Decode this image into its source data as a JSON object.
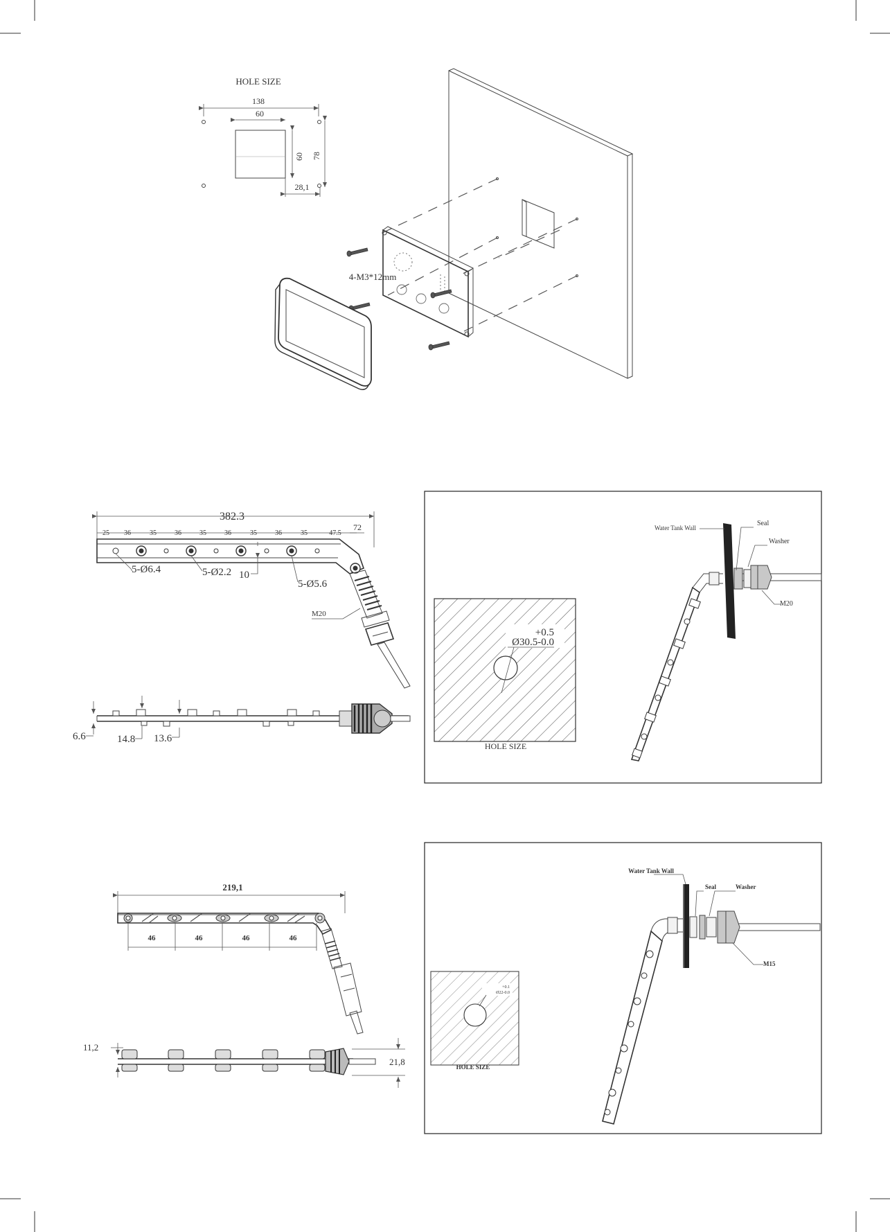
{
  "panel_install": {
    "hole_size_title": "HOLE SIZE",
    "dim_width": "138",
    "dim_cutout_width": "60",
    "dim_cutout_height": "60",
    "dim_height": "78",
    "dim_offset": "28,1",
    "screws_label": "4-M3*12mm"
  },
  "bar_large": {
    "overall_length": "382.3",
    "spacings": [
      "25",
      "36",
      "35",
      "36",
      "35",
      "36",
      "35",
      "36",
      "35",
      "47.5"
    ],
    "elbow_dim": "72",
    "hole_a": "5-Ø6.4",
    "hole_b": "5-Ø2.2",
    "gap": "10",
    "hole_c": "5-Ø5.6",
    "thread": "M20",
    "side_a": "6.6",
    "side_b": "14.8",
    "side_c": "13.6"
  },
  "tank_large": {
    "wall_label": "Water Tank Wall",
    "seal_label": "Seal",
    "washer_label": "Washer",
    "thread": "M20",
    "tol_plus": "+0.5",
    "diameter": "Ø30.5-0.0",
    "hole_size": "HOLE SIZE"
  },
  "bar_small": {
    "overall_length": "219,1",
    "spacings": [
      "46",
      "46",
      "46",
      "46"
    ],
    "height_left": "11,2",
    "height_right": "21,8"
  },
  "tank_small": {
    "wall_label": "Water Tank Wall",
    "seal_label": "Seal",
    "washer_label": "Washer",
    "thread": "M15",
    "tol_plus": "+0.1",
    "diameter": "Ø22-0.0",
    "hole_size": "HOLE SIZE"
  }
}
